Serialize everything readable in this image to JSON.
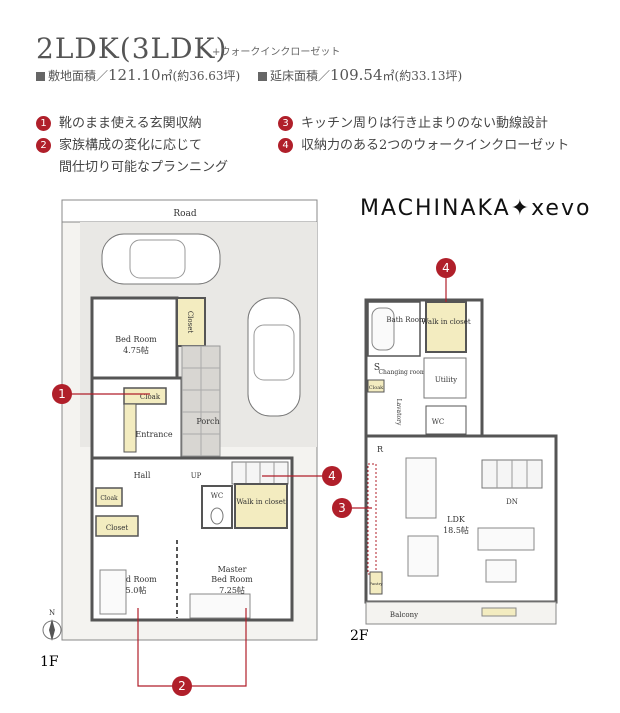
{
  "header": {
    "title": "2LDK(3LDK)",
    "title_sub": "+ウォークインクローゼット",
    "site_area": {
      "label": "敷地面積／",
      "value": "121.10",
      "unit": "㎡(約36.63坪)"
    },
    "floor_area": {
      "label": "延床面積／",
      "value": "109.54",
      "unit": "㎡(約33.13坪)"
    }
  },
  "features": [
    {
      "num": "1",
      "text": "靴のまま使える玄関収納"
    },
    {
      "num": "2",
      "text": "家族構成の変化に応じて"
    },
    {
      "num": "",
      "text": "間仕切り可能なプランニング"
    },
    {
      "num": "3",
      "text": "キッチン周りは行き止まりのない動線設計"
    },
    {
      "num": "4",
      "text": "収納力のある2つのウォークインクローゼット"
    }
  ],
  "brand": "MACHINAKA✦xevo",
  "plan1f": {
    "road": "Road",
    "closet_top": "Closet",
    "bedroom_top": "Bed Room",
    "bedroom_top_size": "4.75帖",
    "cloak": "Cloak",
    "entrance": "Entrance",
    "porch": "Porch",
    "hall": "Hall",
    "up": "UP",
    "wc": "WC",
    "walkin": "Walk in closet",
    "cloak2": "Cloak",
    "closet2": "Closet",
    "bedroom_left": "Bed Room",
    "bedroom_left_size": "5.0帖",
    "master": "Master",
    "bedroom_master": "Bed Room",
    "bedroom_master_size": "7.25帖",
    "floor_label": "1F",
    "north": "N"
  },
  "plan2f": {
    "bath": "Bath Room",
    "walkin": "Walk in closet",
    "s": "S",
    "changing": "Changing room",
    "utility": "Utility",
    "cloak": "Cloak",
    "lavatory": "Lavatory",
    "wc": "WC",
    "r": "R",
    "dn": "DN",
    "ldk": "LDK",
    "ldk_size": "18.5帖",
    "pantry": "Pantry",
    "balcony": "Balcony",
    "floor_label": "2F"
  },
  "callouts": [
    "1",
    "2",
    "3",
    "4",
    "4"
  ],
  "colors": {
    "accent": "#b01f2a",
    "closet_fill": "#f3ecc0",
    "wall": "#555555",
    "floor": "#f2f0ec"
  }
}
